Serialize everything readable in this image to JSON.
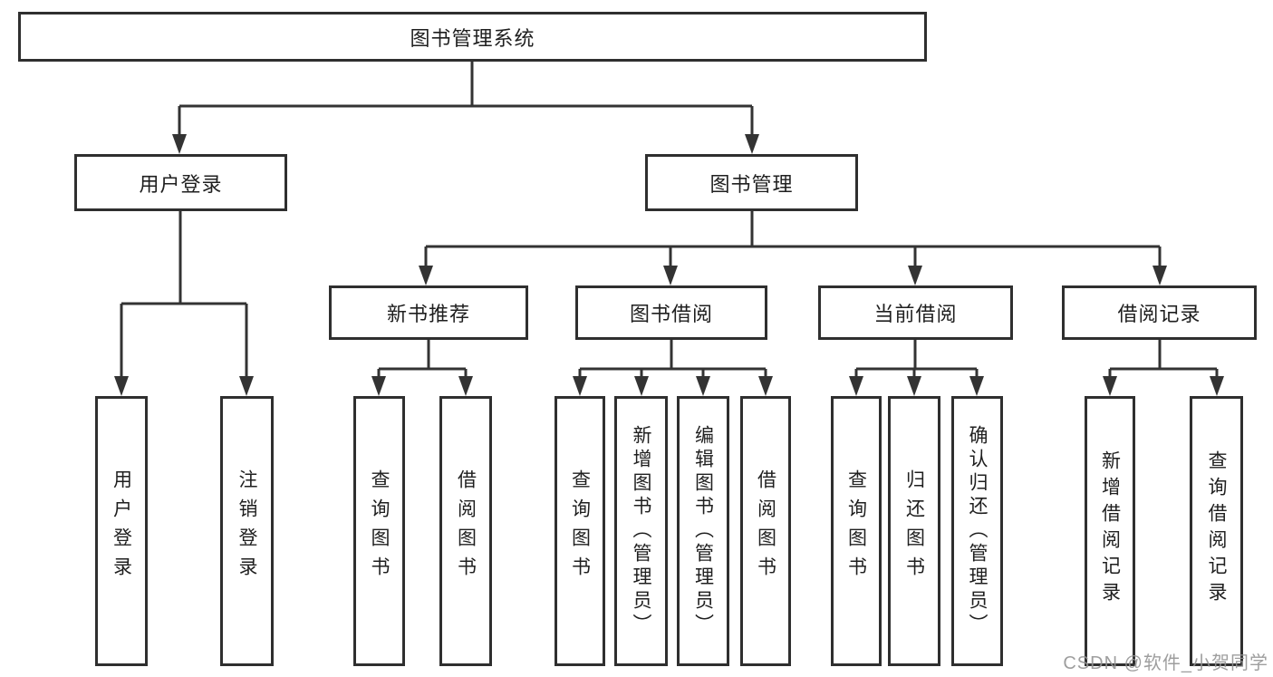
{
  "nodes": {
    "root": {
      "label": "图书管理系统"
    },
    "level2": [
      {
        "label": "用户登录"
      },
      {
        "label": "图书管理"
      }
    ],
    "level3": [
      {
        "label": "新书推荐"
      },
      {
        "label": "图书借阅"
      },
      {
        "label": "当前借阅"
      },
      {
        "label": "借阅记录"
      }
    ],
    "leaves": [
      {
        "label": "用户登录"
      },
      {
        "label": "注销登录"
      },
      {
        "label": "查询图书"
      },
      {
        "label": "借阅图书"
      },
      {
        "label": "查询图书"
      },
      {
        "label": "新增图书（管理员）"
      },
      {
        "label": "编辑图书（管理员）"
      },
      {
        "label": "借阅图书"
      },
      {
        "label": "查询图书"
      },
      {
        "label": "归还图书"
      },
      {
        "label": "确认归还（管理员）"
      },
      {
        "label": "新增借阅记录"
      },
      {
        "label": "查询借阅记录"
      }
    ]
  },
  "watermark": "CSDN @软件_小贺同学",
  "colors": {
    "line": "#333333",
    "box_border": "#2f2f2f",
    "text": "#1f1f1f",
    "watermark": "#949494",
    "background": "#ffffff"
  }
}
